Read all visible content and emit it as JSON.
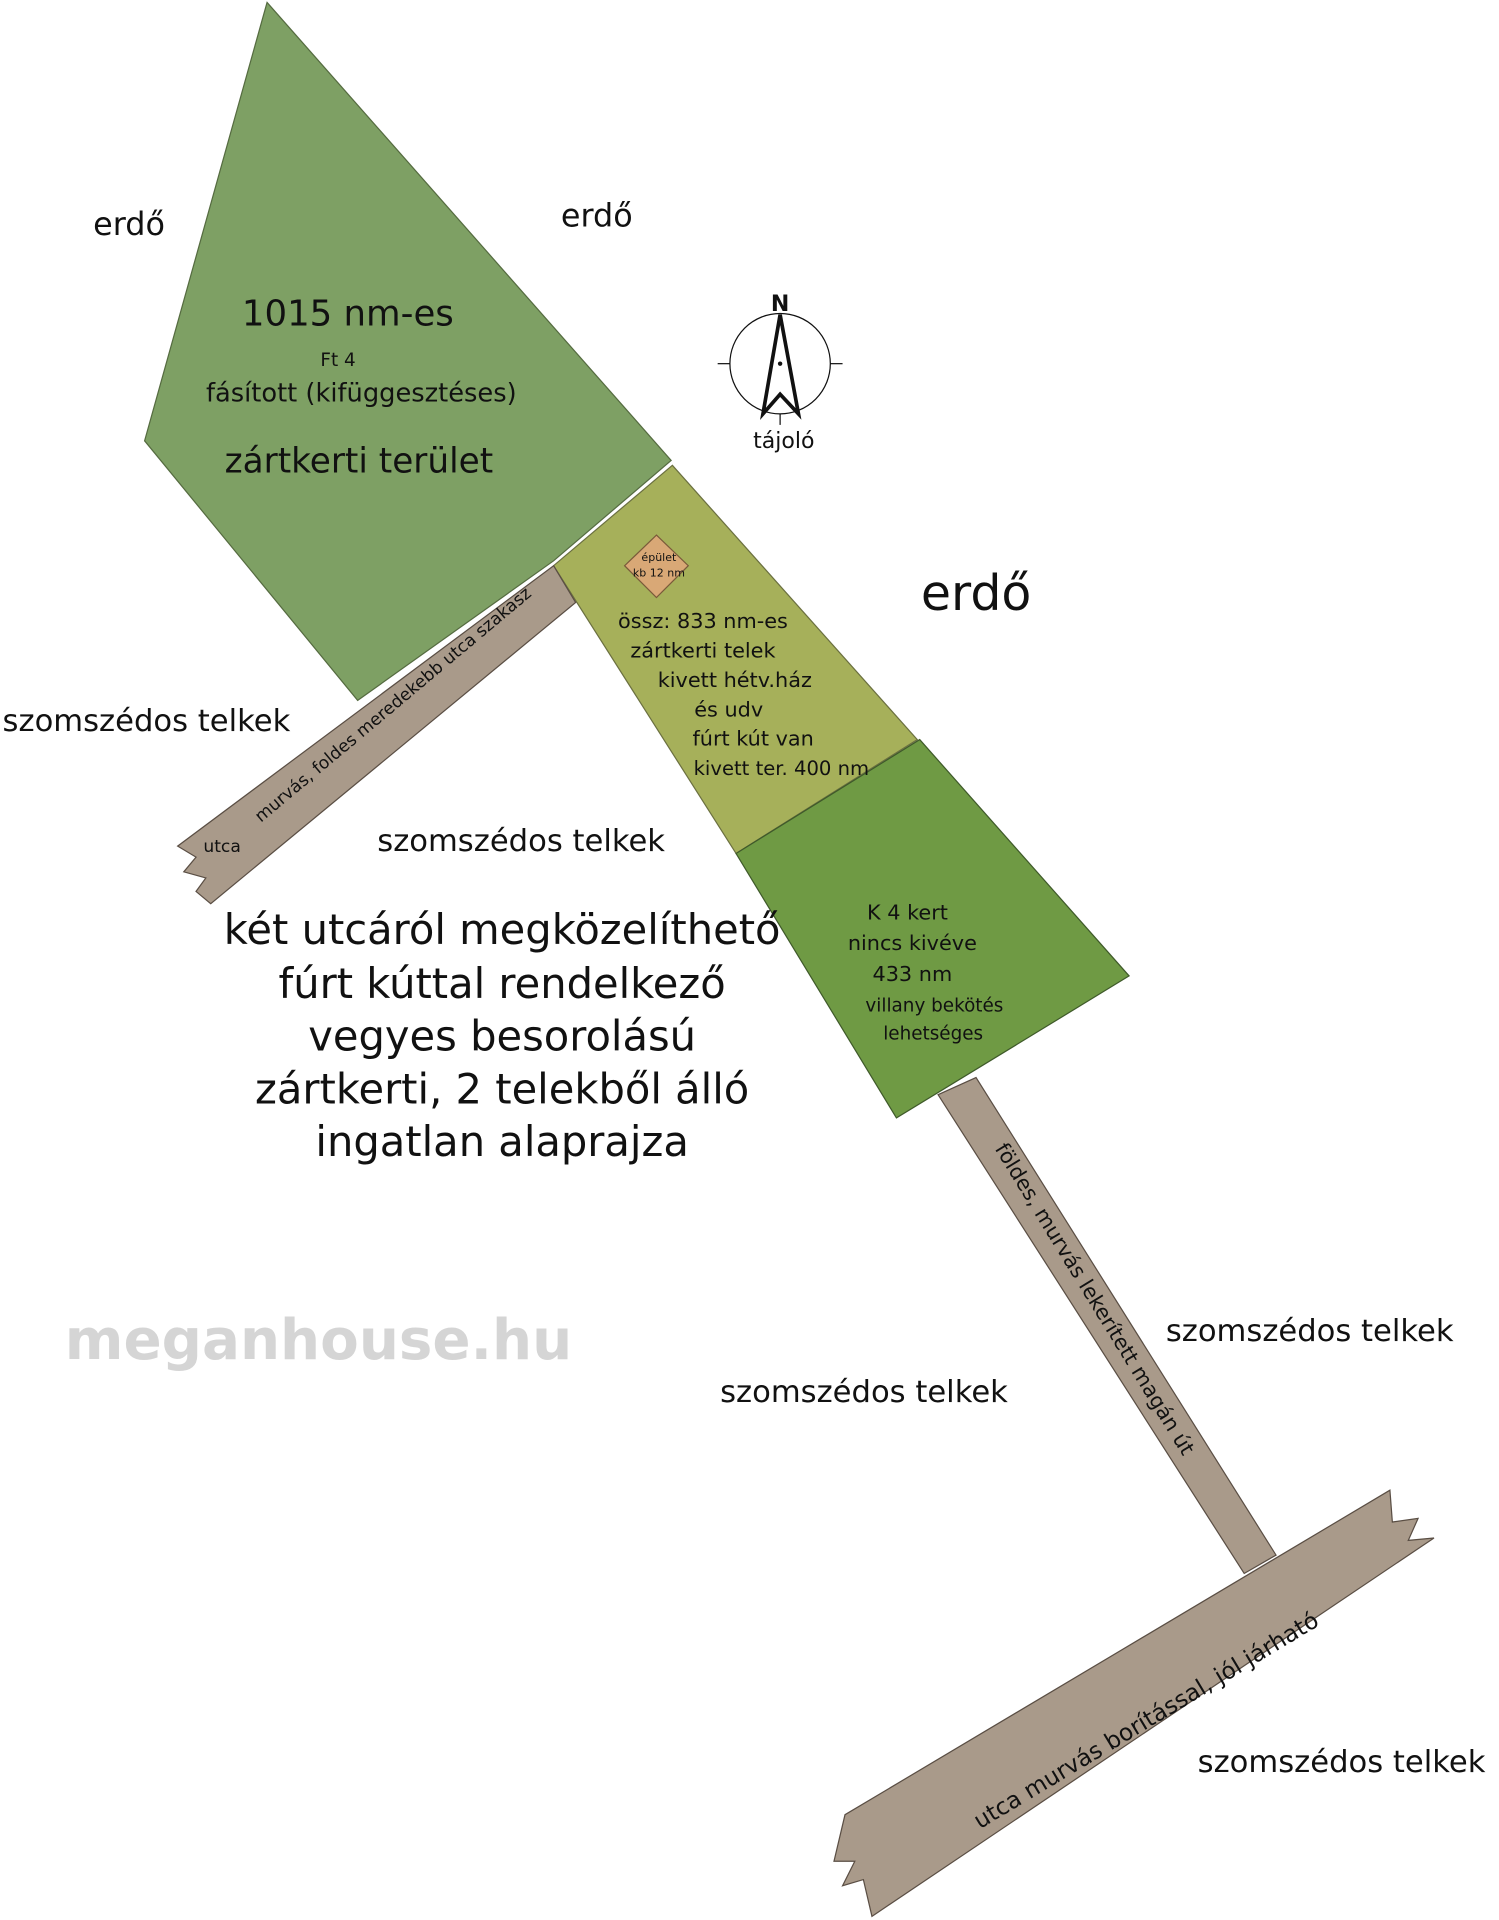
{
  "colors": {
    "plot_ft4": "#7ea064",
    "plot_main": "#a6b05a",
    "plot_k4": "#6f9a44",
    "building": "#d9a876",
    "road": "#a99a8a",
    "watermark": "#c8c8c8"
  },
  "labels": {
    "forest_top_left": "erdő",
    "forest_top_mid": "erdő",
    "forest_right": "erdő",
    "plot1_size": "1015 nm-es",
    "plot1_class": "Ft 4",
    "plot1_desc": "fásított (kifüggesztéses)",
    "plot1_type": "zártkerti terület",
    "compass_letter": "N",
    "compass_label": "tájoló",
    "building_line1": "épület",
    "building_line2": "kb 12 nm",
    "plot2_line1": "össz: 833 nm-es",
    "plot2_line2": "zártkerti telek",
    "plot2_line3": "kivett hétv.ház",
    "plot2_line4": "és udv",
    "plot2_line5": "fúrt kút van",
    "plot2_line6": "kivett ter. 400 nm",
    "plot3_line1": "K 4 kert",
    "plot3_line2": "nincs kivéve",
    "plot3_line3": "433 nm",
    "plot3_line4": "villany bekötés",
    "plot3_line5": "lehetséges",
    "neighbors_1": "szomszédos telkek",
    "neighbors_2": "szomszédos telkek",
    "neighbors_3": "szomszédos telkek",
    "neighbors_4": "szomszédos telkek",
    "neighbors_5": "szomszédos telkek",
    "road1_label": "murvás, foldes meredekebb utca szakasz",
    "road1_utca": "utca",
    "road2_label": "földes, murvás lekerített magán út",
    "road3_label": "utca  murvás borítással, jól járható",
    "watermark": "meganhouse.hu",
    "summary_line1": "két utcáról megközelíthető",
    "summary_line2": "fúrt kúttal rendelkező",
    "summary_line3": "vegyes besorolású",
    "summary_line4": "zártkerti, 2 telekből álló",
    "summary_line5": "ingatlan alaprajza"
  }
}
